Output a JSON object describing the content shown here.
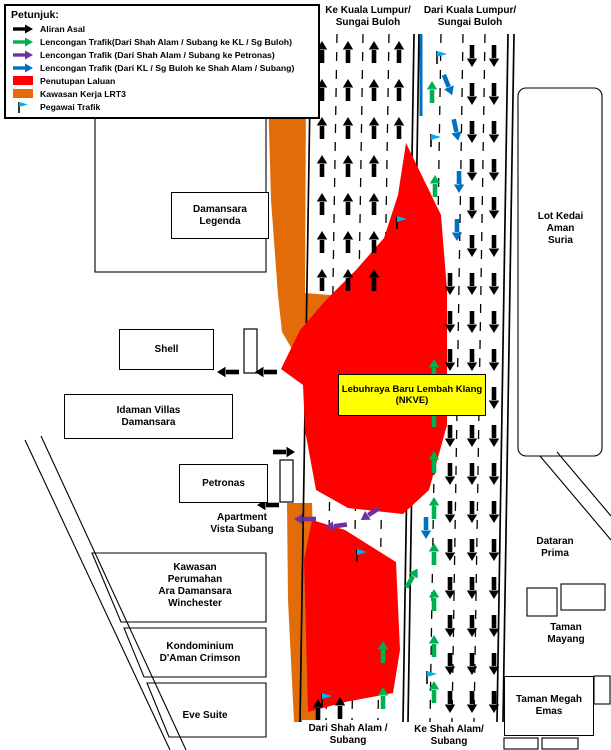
{
  "legend": {
    "title": "Petunjuk:",
    "items": [
      {
        "name": "aliran-asal",
        "icon": "black-arrow",
        "label": "Aliran Asal",
        "color": "#000000"
      },
      {
        "name": "lencongan-hijau",
        "icon": "green-arrow",
        "label": "Lencongan Trafik(Dari Shah Alam / Subang ke KL / Sg Buloh)",
        "color": "#00b050"
      },
      {
        "name": "lencongan-ungu",
        "icon": "purple-arrow",
        "label": "Lencongan Trafik (Dari Shah Alam / Subang ke Petronas)",
        "color": "#7030a0"
      },
      {
        "name": "lencongan-biru",
        "icon": "blue-arrow",
        "label": "Lencongan Trafik (Dari KL / Sg Buloh ke Shah Alam / Subang)",
        "color": "#0070c0"
      },
      {
        "name": "penutupan-laluan",
        "icon": "red-box",
        "label": "Penutupan Laluan",
        "color": "#ff0000"
      },
      {
        "name": "kawasan-kerja",
        "icon": "orange-box",
        "label": "Kawasan Kerja LRT3",
        "color": "#e36c0a"
      },
      {
        "name": "pegawai-trafik",
        "icon": "blue-flag",
        "label": "Pegawai Trafik",
        "color": "#00b0f0"
      }
    ]
  },
  "road_labels": {
    "top_left": "Ke Kuala Lumpur/\nSungai Buloh",
    "top_right": "Dari Kuala Lumpur/\nSungai Buloh",
    "bottom_left": "Dari Shah Alam /\nSubang",
    "bottom_right": "Ke Shah Alam/\nSubang"
  },
  "highway_label": "Lebuhraya Baru Lembah Klang\n(NKVE)",
  "places": [
    {
      "id": "damansara-legenda",
      "label": "Damansara\nLegenda"
    },
    {
      "id": "shell",
      "label": "Shell"
    },
    {
      "id": "idaman-villas-damansara",
      "label": "Idaman Villas\nDamansara"
    },
    {
      "id": "petronas",
      "label": "Petronas"
    },
    {
      "id": "apartment-vista-subang",
      "label": "Apartment\nVista Subang"
    },
    {
      "id": "kawasan-perumahan-ara-damansara-winchester",
      "label": "Kawasan\nPerumahan\nAra Damansara\nWinchester"
    },
    {
      "id": "kondominium-daman-crimson",
      "label": "Kondominium\nD'Aman Crimson"
    },
    {
      "id": "eve-suite",
      "label": "Eve Suite"
    },
    {
      "id": "lot-kedai-aman-suria",
      "label": "Lot Kedai\nAman\nSuria"
    },
    {
      "id": "dataran-prima",
      "label": "Dataran\nPrima"
    },
    {
      "id": "taman-mayang",
      "label": "Taman\nMayang"
    },
    {
      "id": "taman-megah-emas",
      "label": "Taman Megah\nEmas"
    }
  ]
}
